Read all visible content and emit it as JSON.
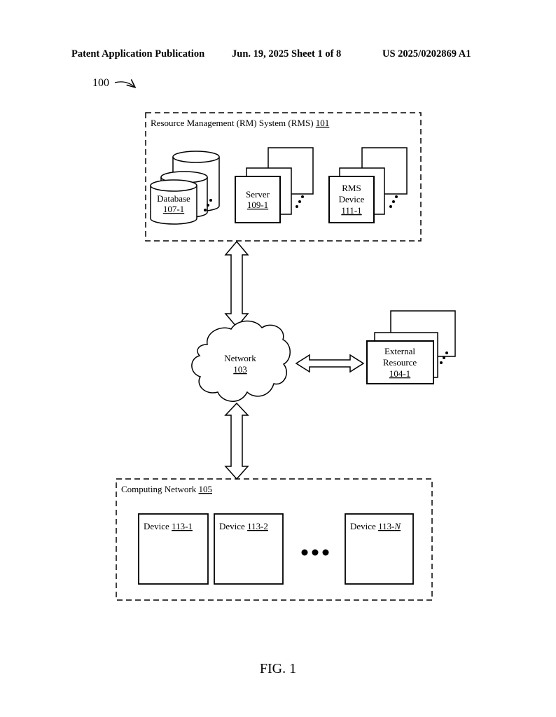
{
  "header": {
    "publication": "Patent Application Publication",
    "date_sheet": "Jun. 19, 2025  Sheet 1 of 8",
    "patent_number": "US 2025/0202869 A1"
  },
  "figure_ref": "100",
  "rms": {
    "label": "Resource Management (RM) System (RMS) ",
    "ref": "101",
    "database": {
      "line1": "Database",
      "ref": "107-1"
    },
    "server": {
      "line1": "Server",
      "ref": "109-1"
    },
    "rms_device": {
      "line1": "RMS",
      "line2": "Device",
      "ref": "111-1"
    }
  },
  "network": {
    "label": "Network",
    "ref": "103"
  },
  "external_resource": {
    "line1": "External",
    "line2": "Resource",
    "ref": "104-1"
  },
  "computing_network": {
    "label": "Computing Network ",
    "ref": "105",
    "devices": [
      {
        "label": "Device  ",
        "ref": "113-1"
      },
      {
        "label": "Device ",
        "ref": "113-2"
      },
      {
        "label": "Device ",
        "ref": "113-",
        "ref_italic": "N"
      }
    ]
  },
  "fig_label": "FIG. 1"
}
